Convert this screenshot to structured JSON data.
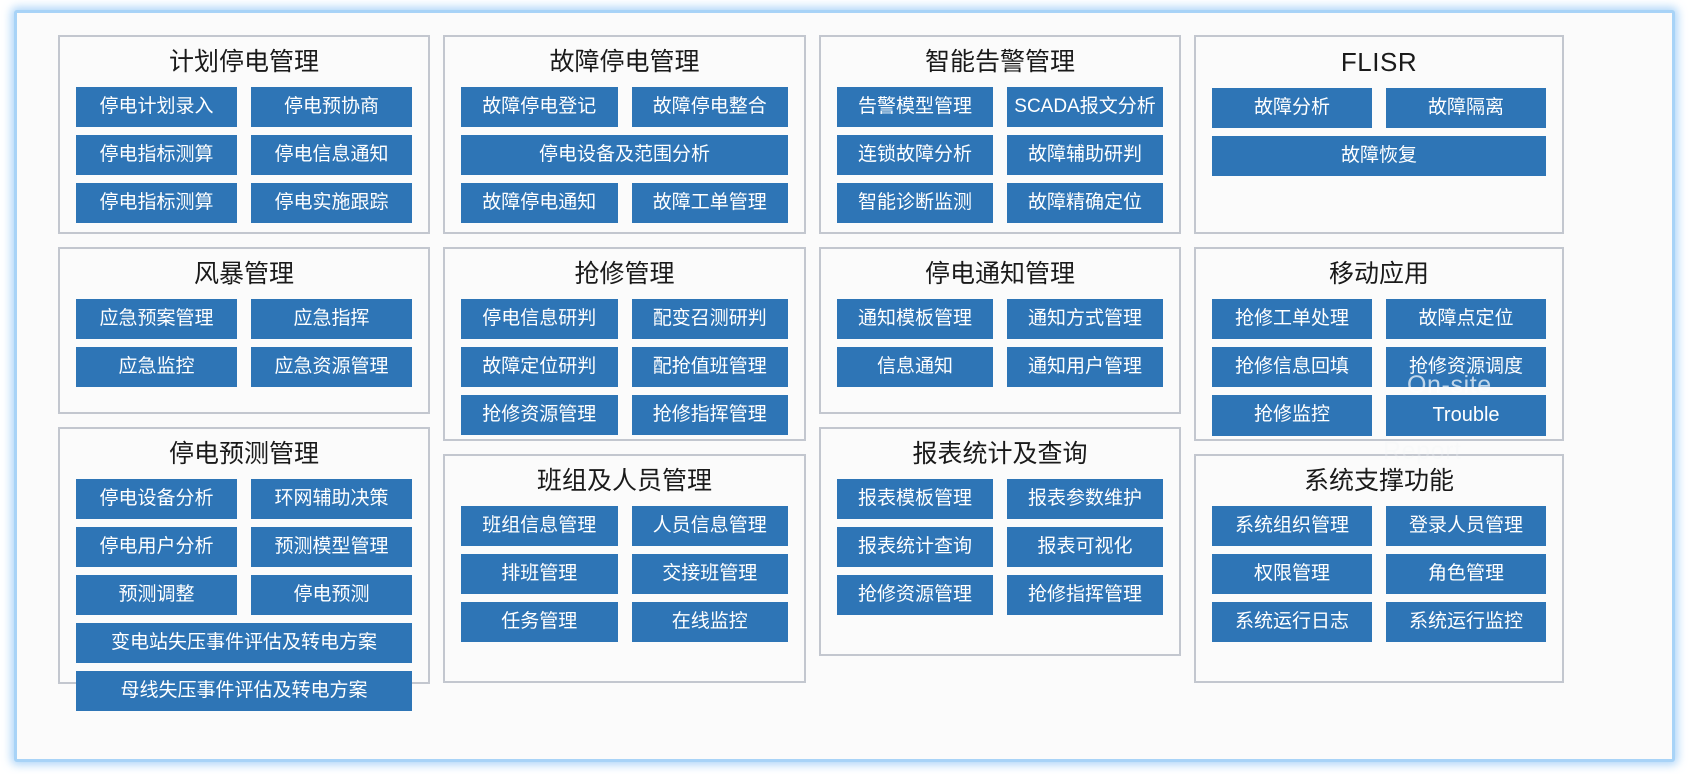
{
  "theme": {
    "button_color": "#2E75B6",
    "panel_border": "#C3C7CF",
    "frame_glow": "#A8D3F7",
    "text_on_button": "#FFFFFF"
  },
  "overlays": [
    {
      "id": "onsite",
      "text": "On-site"
    },
    {
      "id": "report",
      "text": "Report"
    }
  ],
  "columns": [
    {
      "name": "column-1",
      "panels": [
        {
          "title": "计划停电管理",
          "rows": [
            [
              "停电计划录入",
              "停电预协商"
            ],
            [
              "停电指标测算",
              "停电信息通知"
            ],
            [
              "停电指标测算",
              "停电实施跟踪"
            ]
          ]
        },
        {
          "title": "风暴管理",
          "rows": [
            [
              "应急预案管理",
              "应急指挥"
            ],
            [
              "应急监控",
              "应急资源管理"
            ]
          ]
        },
        {
          "title": "停电预测管理",
          "rows": [
            [
              "停电设备分析",
              "环网辅助决策"
            ],
            [
              "停电用户分析",
              "预测模型管理"
            ],
            [
              "预测调整",
              "停电预测"
            ],
            [
              "变电站失压事件评估及转电方案"
            ],
            [
              "母线失压事件评估及转电方案"
            ]
          ]
        }
      ]
    },
    {
      "name": "column-2",
      "panels": [
        {
          "title": "故障停电管理",
          "rows": [
            [
              "故障停电登记",
              "故障停电整合"
            ],
            [
              "停电设备及范围分析"
            ],
            [
              "故障停电通知",
              "故障工单管理"
            ]
          ]
        },
        {
          "title": "抢修管理",
          "rows": [
            [
              "停电信息研判",
              "配变召测研判"
            ],
            [
              "故障定位研判",
              "配抢值班管理"
            ],
            [
              "抢修资源管理",
              "抢修指挥管理"
            ]
          ]
        },
        {
          "title": "班组及人员管理",
          "rows": [
            [
              "班组信息管理",
              "人员信息管理"
            ],
            [
              "排班管理",
              "交接班管理"
            ],
            [
              "任务管理",
              "在线监控"
            ]
          ]
        }
      ]
    },
    {
      "name": "column-3",
      "panels": [
        {
          "title": "智能告警管理",
          "rows": [
            [
              "告警模型管理",
              "SCADA报文分析"
            ],
            [
              "连锁故障分析",
              "故障辅助研判"
            ],
            [
              "智能诊断监测",
              "故障精确定位"
            ]
          ]
        },
        {
          "title": "停电通知管理",
          "rows": [
            [
              "通知模板管理",
              "通知方式管理"
            ],
            [
              "信息通知",
              "通知用户管理"
            ]
          ]
        },
        {
          "title": "报表统计及查询",
          "rows": [
            [
              "报表模板管理",
              "报表参数维护"
            ],
            [
              "报表统计查询",
              "报表可视化"
            ],
            [
              "抢修资源管理",
              "抢修指挥管理"
            ]
          ]
        }
      ]
    },
    {
      "name": "column-4",
      "panels": [
        {
          "title": "FLISR",
          "latin": true,
          "rows": [
            [
              "故障分析",
              "故障隔离"
            ],
            [
              "故障恢复"
            ]
          ]
        },
        {
          "title": "移动应用",
          "rows": [
            [
              "抢修工单处理",
              "故障点定位"
            ],
            [
              "抢修信息回填",
              "抢修资源调度"
            ],
            [
              "抢修监控",
              "Trouble"
            ]
          ]
        },
        {
          "title": "系统支撑功能",
          "rows": [
            [
              "系统组织管理",
              "登录人员管理"
            ],
            [
              "权限管理",
              "角色管理"
            ],
            [
              "系统运行日志",
              "系统运行监控"
            ]
          ]
        }
      ]
    }
  ]
}
